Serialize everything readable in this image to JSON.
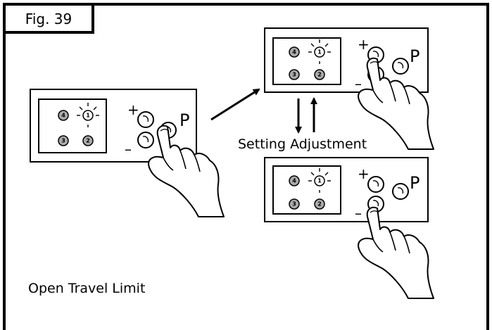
{
  "figure": {
    "label": "Fig. 39"
  },
  "captions": {
    "setting_adjustment": "Setting Adjustment",
    "open_travel_limit": "Open Travel Limit"
  },
  "panel": {
    "leds": [
      "4",
      "1",
      "3",
      "2"
    ],
    "plus": "+",
    "minus": "–",
    "program": "P"
  }
}
